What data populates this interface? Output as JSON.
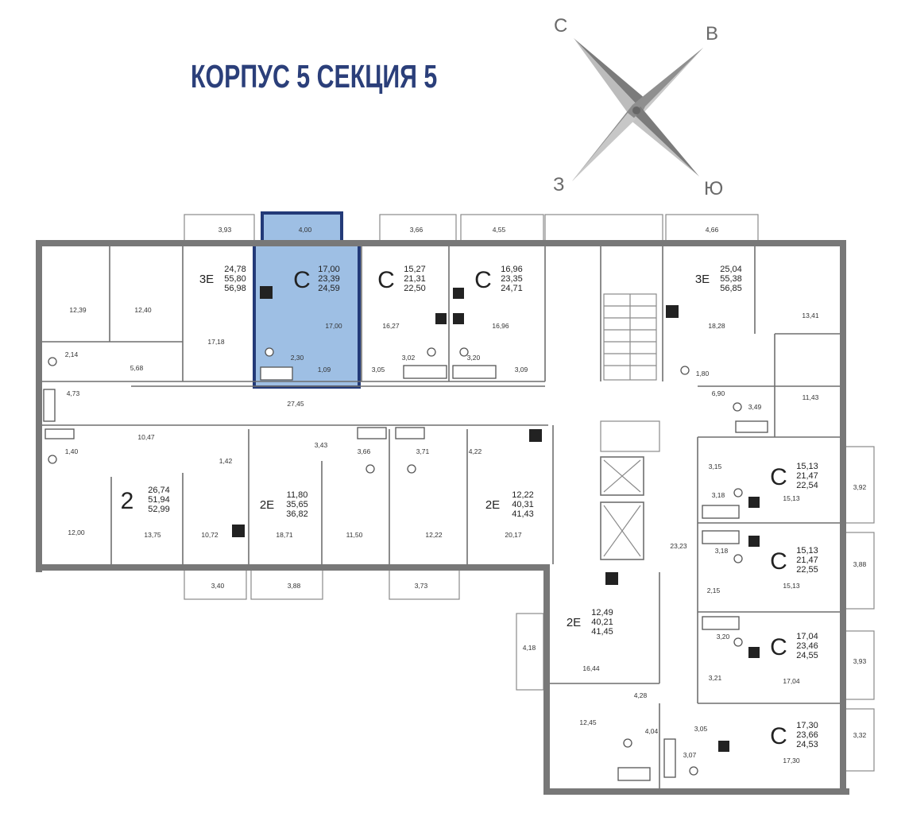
{
  "header": {
    "title": "КОРПУС 5 СЕКЦИЯ 5"
  },
  "compass": {
    "north": "С",
    "east": "В",
    "south": "Ю",
    "west": "З"
  },
  "selected_flat": {
    "type": "C",
    "living": "17,00",
    "total": "23,39",
    "total_with_balcony": "24,59"
  },
  "flats": [
    {
      "id": "f1",
      "type": "3E",
      "n1": "24,78",
      "n2": "55,80",
      "n3": "56,98"
    },
    {
      "id": "f2",
      "type": "C",
      "n1": "17,00",
      "n2": "23,39",
      "n3": "24,59"
    },
    {
      "id": "f3",
      "type": "C",
      "n1": "15,27",
      "n2": "21,31",
      "n3": "22,50"
    },
    {
      "id": "f4",
      "type": "C",
      "n1": "16,96",
      "n2": "23,35",
      "n3": "24,71"
    },
    {
      "id": "f5",
      "type": "3E",
      "n1": "25,04",
      "n2": "55,38",
      "n3": "56,85"
    },
    {
      "id": "f6",
      "type": "2",
      "n1": "26,74",
      "n2": "51,94",
      "n3": "52,99"
    },
    {
      "id": "f7",
      "type": "2E",
      "n1": "11,80",
      "n2": "35,65",
      "n3": "36,82"
    },
    {
      "id": "f8",
      "type": "2E",
      "n1": "12,22",
      "n2": "40,31",
      "n3": "41,43"
    },
    {
      "id": "f9",
      "type": "C",
      "n1": "15,13",
      "n2": "21,47",
      "n3": "22,54"
    },
    {
      "id": "f10",
      "type": "C",
      "n1": "15,13",
      "n2": "21,47",
      "n3": "22,55"
    },
    {
      "id": "f11",
      "type": "2E",
      "n1": "12,49",
      "n2": "40,21",
      "n3": "41,45"
    },
    {
      "id": "f12",
      "type": "C",
      "n1": "17,04",
      "n2": "23,46",
      "n3": "24,55"
    },
    {
      "id": "f13",
      "type": "C",
      "n1": "17,30",
      "n2": "23,66",
      "n3": "24,53"
    }
  ],
  "room_areas": [
    "3,93",
    "4,00",
    "3,66",
    "4,55",
    "4,66",
    "12,39",
    "12,40",
    "17,18",
    "17,00",
    "16,27",
    "16,96",
    "18,28",
    "13,41",
    "2,14",
    "5,68",
    "2,30",
    "1,09",
    "3,05",
    "3,02",
    "3,20",
    "3,09",
    "1,80",
    "6,90",
    "11,43",
    "3,49",
    "4,73",
    "27,45",
    "10,47",
    "1,40",
    "1,42",
    "3,43",
    "3,66",
    "3,71",
    "4,22",
    "12,00",
    "13,75",
    "10,72",
    "18,71",
    "11,50",
    "12,22",
    "20,17",
    "3,15",
    "3,18",
    "15,13",
    "3,92",
    "3,18",
    "15,13",
    "3,88",
    "2,15",
    "3,20",
    "3,93",
    "3,21",
    "17,04",
    "3,40",
    "3,88",
    "3,73",
    "4,18",
    "16,44",
    "4,28",
    "12,45",
    "4,04",
    "3,05",
    "3,07",
    "3,32",
    "17,30",
    "23,23"
  ]
}
